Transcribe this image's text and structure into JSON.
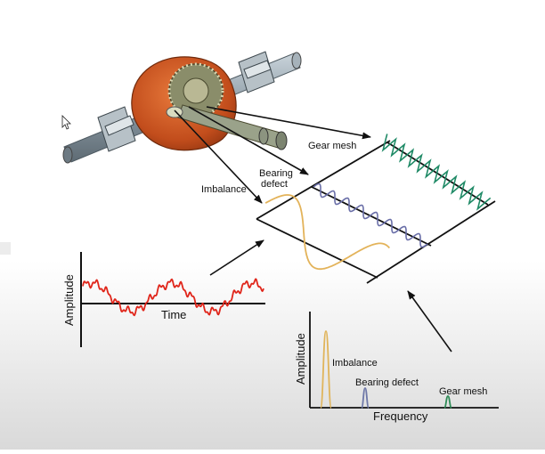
{
  "labels": {
    "gear_mesh": "Gear mesh",
    "bearing_defect_line1": "Bearing",
    "bearing_defect_line2": "defect",
    "imbalance": "Imbalance"
  },
  "time_plot": {
    "ylabel": "Amplitude",
    "xlabel": "Time"
  },
  "spectrum_plot": {
    "ylabel": "Amplitude",
    "xlabel": "Frequency",
    "peaks": [
      {
        "label": "Imbalance",
        "color": "#e0b45a"
      },
      {
        "label": "Bearing defect",
        "color": "#6e78a8"
      },
      {
        "label": "Gear mesh",
        "color": "#2e8b57"
      }
    ]
  },
  "colors": {
    "signal": "#e0261b",
    "gear_wave": "#1f8a66",
    "bearing_wave": "#6a6fa8",
    "imbalance_wave": "#e3b35a",
    "housing": "#c8521f",
    "axle": "#8d9ca6"
  }
}
